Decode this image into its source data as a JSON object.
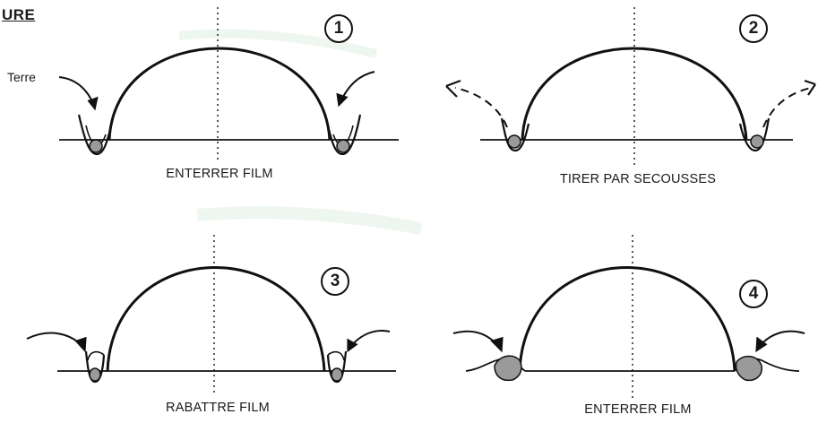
{
  "heading": "URE",
  "terre_label": "Terre",
  "panels": [
    {
      "number": "1",
      "caption": "ENTERRER  FILM"
    },
    {
      "number": "2",
      "caption": "TIRER PAR SECOUSSES"
    },
    {
      "number": "3",
      "caption": "RABATTRE FILM"
    },
    {
      "number": "4",
      "caption": "ENTERRER  FILM"
    }
  ],
  "colors": {
    "ink": "#111111",
    "soil": "#9a9a9a"
  }
}
